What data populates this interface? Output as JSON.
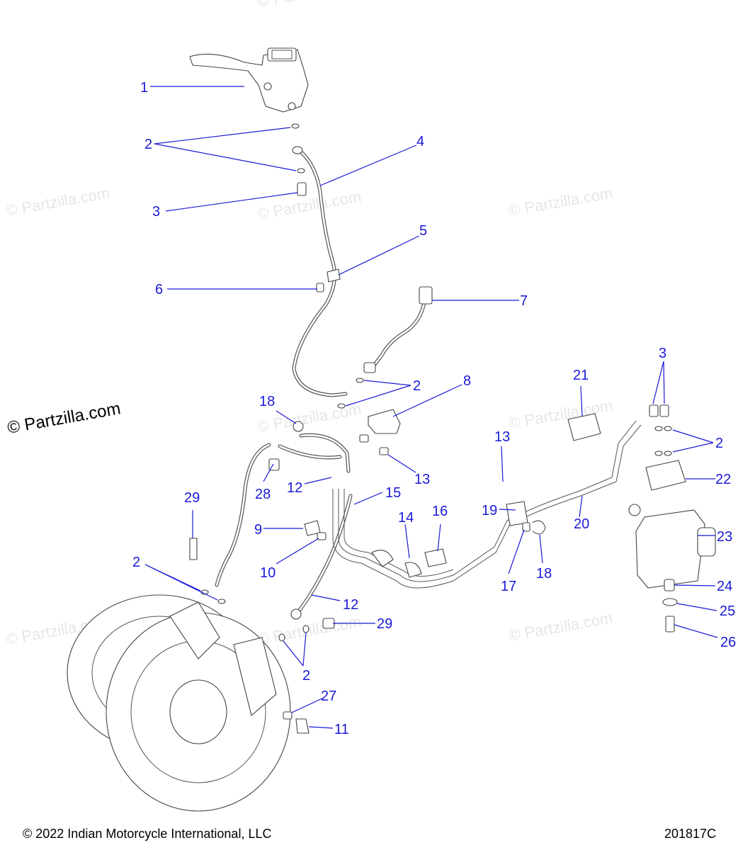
{
  "watermarks": [
    "© Partzilla.com",
    "© Partzilla.com",
    "© Partzilla.com",
    "© Partzilla.com",
    "© Partzilla.com",
    "© Partzilla.com",
    "© Partzilla.com",
    "© Partzilla.com",
    "© Partzilla.com"
  ],
  "main_watermark": "© Partzilla.com",
  "callouts": [
    "1",
    "2",
    "3",
    "4",
    "5",
    "6",
    "7",
    "2",
    "8",
    "3",
    "21",
    "2",
    "18",
    "13",
    "13",
    "22",
    "28",
    "12",
    "15",
    "19",
    "20",
    "29",
    "14",
    "16",
    "9",
    "23",
    "10",
    "17",
    "18",
    "2",
    "12",
    "24",
    "29",
    "25",
    "2",
    "26",
    "27",
    "11"
  ],
  "footer": {
    "copyright": "© 2022 Indian Motorcycle International, LLC",
    "diagram_id": "201817C"
  },
  "colors": {
    "callout": "#1a1ad6",
    "line_art": "#444444",
    "watermark": "#e6e6e6"
  }
}
